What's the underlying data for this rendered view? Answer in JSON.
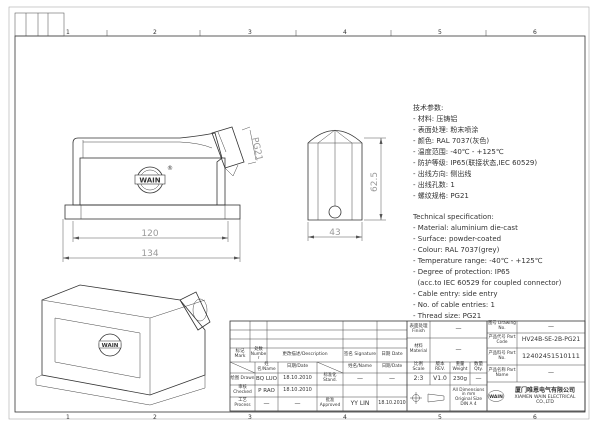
{
  "grid": {
    "top": [
      "1",
      "2",
      "3",
      "4",
      "5",
      "6"
    ],
    "bottom": [
      "1",
      "2",
      "3",
      "4",
      "5",
      "6"
    ]
  },
  "dimensions": {
    "front_inner": "120",
    "front_total": "134",
    "width": "43",
    "height": "62.5",
    "thread": "PG21"
  },
  "logo": {
    "text": "WAIN",
    "registered": "®"
  },
  "spec_cn": {
    "title": "技术参数:",
    "items": [
      "- 材料: 压铸铝",
      "- 表面处理: 粉末喷涂",
      "- 颜色: RAL 7037(灰色)",
      "- 温度范围: -40℃ - +125℃",
      "- 防护等级: IP65(联接状态,IEC 60529)",
      "- 出线方向: 侧出线",
      "- 出线孔数: 1",
      "- 螺纹规格: PG21"
    ]
  },
  "spec_en": {
    "title": "Technical specification:",
    "items": [
      "- Material: aluminium die-cast",
      "- Surface: powder-coated",
      "- Colour: RAL 7037(grey)",
      "- Temperature range: -40℃ - +125℃",
      "- Degree of protection: IP65",
      "  (acc.to IEC 60529 for coupled connector)",
      "- Cable entry: side entry",
      "- No. of cable entries: 1",
      "- Thread size: PG21"
    ]
  },
  "title_block": {
    "mark": "标记 Mark",
    "number": "处数 Number",
    "description": "更改描述/Description",
    "signature": "签名 Signature",
    "date": "日期 Date",
    "name_h": "姓名/Name",
    "date_h": "日期/Date",
    "name_h2": "姓名/Name",
    "date_h2": "日期/Date",
    "drawn": "绘图 Drawn",
    "drawn_name": "BQ LUO",
    "drawn_date": "18.10.2010",
    "checked": "审核 Checked",
    "checked_name": "P RAO",
    "checked_date": "18.10.2010",
    "process": "工艺 Process",
    "process_name": "—",
    "process_date": "—",
    "stand": "标准化 Stand.",
    "stand_name": "—",
    "stand_date": "—",
    "approved": "批准 Approved",
    "approved_name": "YY LIN",
    "approved_date": "18.10.2010",
    "finish": "表面处理 Finish",
    "finish_val": "—",
    "material": "材料 Material",
    "material_val": "—",
    "scale": "比例 Scale",
    "scale_val": "2:3",
    "rev": "版本 REV.",
    "rev_val": "V1.0",
    "weight": "重量 Weight",
    "weight_val": "230g",
    "qty": "数量 Qty.",
    "qty_val": "—",
    "dims_note1": "All Dimensions in mm",
    "dims_note2": "Original Size DIN A 4",
    "drawing_no": "图号 Drawing No.",
    "drawing_no_val": "—",
    "part_code": "产品代号 Part Code",
    "part_code_val": "HV24B-SE-2B-PG21",
    "part_no": "产品料号 Part No.",
    "part_no_val": "12402451510111",
    "part_name": "产品名称 Part Name",
    "part_name_val": "—",
    "company_cn": "厦门唯恩电气有限公司",
    "company_en": "XIAMEN WAIN ELECTRICAL CO.,LTD",
    "company_logo": "WAIN"
  }
}
